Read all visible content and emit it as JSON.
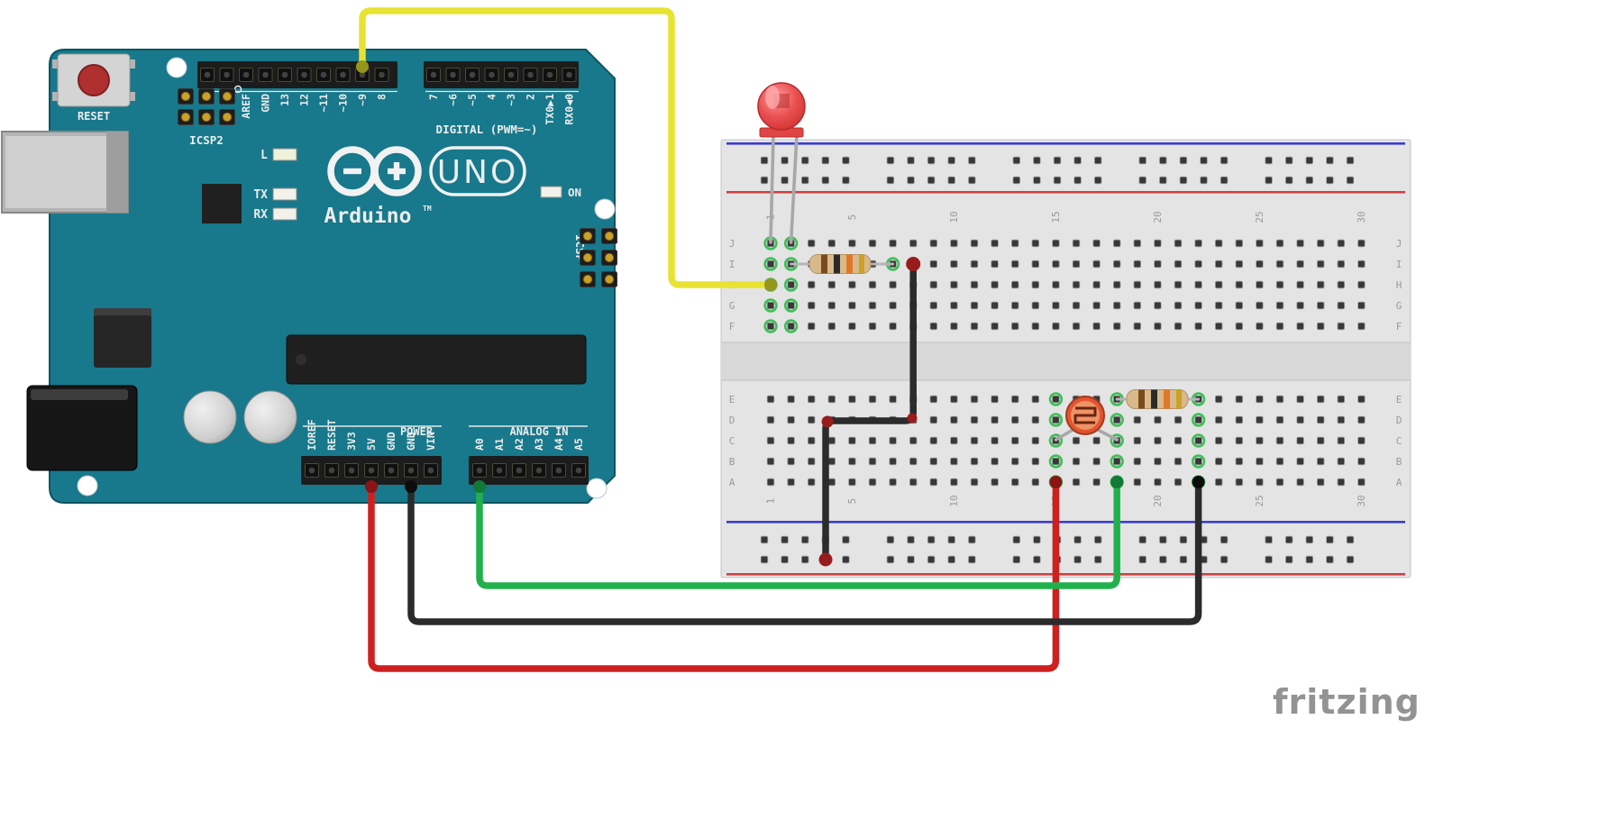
{
  "page": {
    "logo": "fritzing",
    "background": "#ffffff"
  },
  "arduino": {
    "board_color": "#17798b",
    "labels": {
      "reset": "RESET",
      "icsp2": "ICSP2",
      "icsp": "ICSP",
      "digital": "DIGITAL (PWM=~)",
      "uno": "UNO",
      "brand": "Arduino",
      "trademark": "TM",
      "led_l": "L",
      "led_tx": "TX",
      "led_rx": "RX",
      "on": "ON",
      "power": "POWER",
      "analog_in": "ANALOG IN"
    },
    "digital_pins_left": [
      "AREF",
      "GND",
      "13",
      "12",
      "~11",
      "~10",
      "~9",
      "8"
    ],
    "digital_pins_right": [
      "7",
      "~6",
      "~5",
      "4",
      "~3",
      "2",
      "TX0▶1",
      "RX0◀0"
    ],
    "power_pins": [
      "IOREF",
      "RESET",
      "3V3",
      "5V",
      "GND",
      "GND",
      "VIN"
    ],
    "analog_pins": [
      "A0",
      "A1",
      "A2",
      "A3",
      "A4",
      "A5"
    ]
  },
  "breadboard": {
    "row_labels_top": [
      "J",
      "I",
      "H",
      "G",
      "F"
    ],
    "row_labels_bottom": [
      "E",
      "D",
      "C",
      "B",
      "A"
    ],
    "column_numbers": [
      "1",
      "5",
      "10",
      "15",
      "20",
      "25",
      "30"
    ],
    "rail_negative_color": "#3c3cd0",
    "rail_positive_color": "#d04040"
  },
  "components": {
    "led": {
      "name": "red-led",
      "color": "#e04545"
    },
    "resistor_top": {
      "name": "resistor",
      "body_color": "#d9b98a",
      "bands": [
        "#7a4a1f",
        "#2a2a2a",
        "#e0782a",
        "#c9a227"
      ]
    },
    "resistor_bottom": {
      "name": "resistor",
      "body_color": "#d9b98a",
      "bands": [
        "#7a4a1f",
        "#2a2a2a",
        "#e0782a",
        "#c9a227"
      ]
    },
    "photoresistor": {
      "name": "photoresistor",
      "color": "#e2552f"
    }
  },
  "wires": {
    "yellow": {
      "color": "#e8e332",
      "end": "#96961c"
    },
    "red": {
      "color": "#cf2020",
      "end": "#8b1414"
    },
    "black": {
      "color": "#2b2b2b",
      "end": "#0d0d0d"
    },
    "green": {
      "color": "#21b14c",
      "end": "#117a36"
    },
    "led_ground": {
      "color": "#2b2b2b",
      "end": "#991c1c"
    }
  }
}
